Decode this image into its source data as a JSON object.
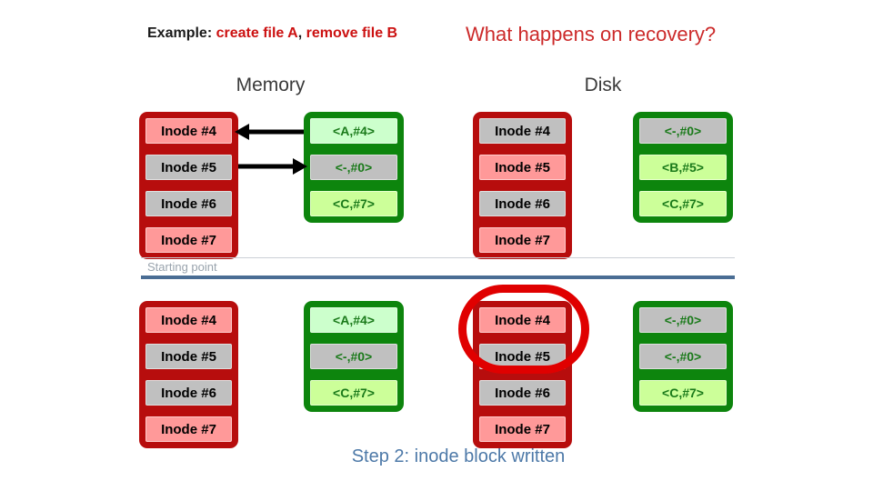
{
  "titles": {
    "example_prefix": "Example: ",
    "example_action1": "create file A",
    "example_separator": ", ",
    "example_action2": "remove file B",
    "question": "What happens on recovery?"
  },
  "column_headers": {
    "memory": "Memory",
    "disk": "Disk"
  },
  "divider": {
    "label": "Starting point"
  },
  "caption": "Step 2: inode block written",
  "palette": {
    "title_red": "#cc1111",
    "question_red": "#cc2a2a",
    "header_gray": "#3a3a3a",
    "inode_stack_border_red": "#b70d0d",
    "data_stack_border_green": "#0d850d",
    "cell_salmon": "#ff9999",
    "cell_gray": "#c0c0c0",
    "cell_green_pale": "#ccffcc",
    "cell_green_light": "#ccff99",
    "data_text_green": "#1a7a1a",
    "annotation_red": "#e00000",
    "divider_blue": "#4a6d94",
    "divider_label_gray": "#99a3ad",
    "caption_blue": "#4d79a8",
    "arrow_black": "#000000"
  },
  "sections": {
    "top": {
      "memory_inodes": [
        {
          "label": "Inode #4",
          "fill": "cell_salmon"
        },
        {
          "label": "Inode #5",
          "fill": "cell_gray"
        },
        {
          "label": "Inode #6",
          "fill": "cell_gray"
        },
        {
          "label": "Inode #7",
          "fill": "cell_salmon"
        }
      ],
      "memory_data": [
        {
          "label": "<A,#4>",
          "fill": "cell_green_pale"
        },
        {
          "label": "<-,#0>",
          "fill": "cell_gray"
        },
        {
          "label": "<C,#7>",
          "fill": "cell_green_light"
        }
      ],
      "disk_inodes": [
        {
          "label": "Inode #4",
          "fill": "cell_gray"
        },
        {
          "label": "Inode #5",
          "fill": "cell_salmon"
        },
        {
          "label": "Inode #6",
          "fill": "cell_gray"
        },
        {
          "label": "Inode #7",
          "fill": "cell_salmon"
        }
      ],
      "disk_data": [
        {
          "label": "<-,#0>",
          "fill": "cell_gray"
        },
        {
          "label": "<B,#5>",
          "fill": "cell_green_light"
        },
        {
          "label": "<C,#7>",
          "fill": "cell_green_light"
        }
      ],
      "arrows": [
        {
          "name": "block-to-inode4-arrow",
          "direction": "left"
        },
        {
          "name": "inode5-to-block-arrow",
          "direction": "right"
        }
      ]
    },
    "bottom": {
      "memory_inodes": [
        {
          "label": "Inode #4",
          "fill": "cell_salmon"
        },
        {
          "label": "Inode #5",
          "fill": "cell_gray"
        },
        {
          "label": "Inode #6",
          "fill": "cell_gray"
        },
        {
          "label": "Inode #7",
          "fill": "cell_salmon"
        }
      ],
      "memory_data": [
        {
          "label": "<A,#4>",
          "fill": "cell_green_pale"
        },
        {
          "label": "<-,#0>",
          "fill": "cell_gray"
        },
        {
          "label": "<C,#7>",
          "fill": "cell_green_light"
        }
      ],
      "disk_inodes": [
        {
          "label": "Inode #4",
          "fill": "cell_salmon"
        },
        {
          "label": "Inode #5",
          "fill": "cell_gray"
        },
        {
          "label": "Inode #6",
          "fill": "cell_gray"
        },
        {
          "label": "Inode #7",
          "fill": "cell_salmon"
        }
      ],
      "disk_data": [
        {
          "label": "<-,#0>",
          "fill": "cell_gray"
        },
        {
          "label": "<-,#0>",
          "fill": "cell_gray"
        },
        {
          "label": "<C,#7>",
          "fill": "cell_green_light"
        }
      ]
    }
  }
}
